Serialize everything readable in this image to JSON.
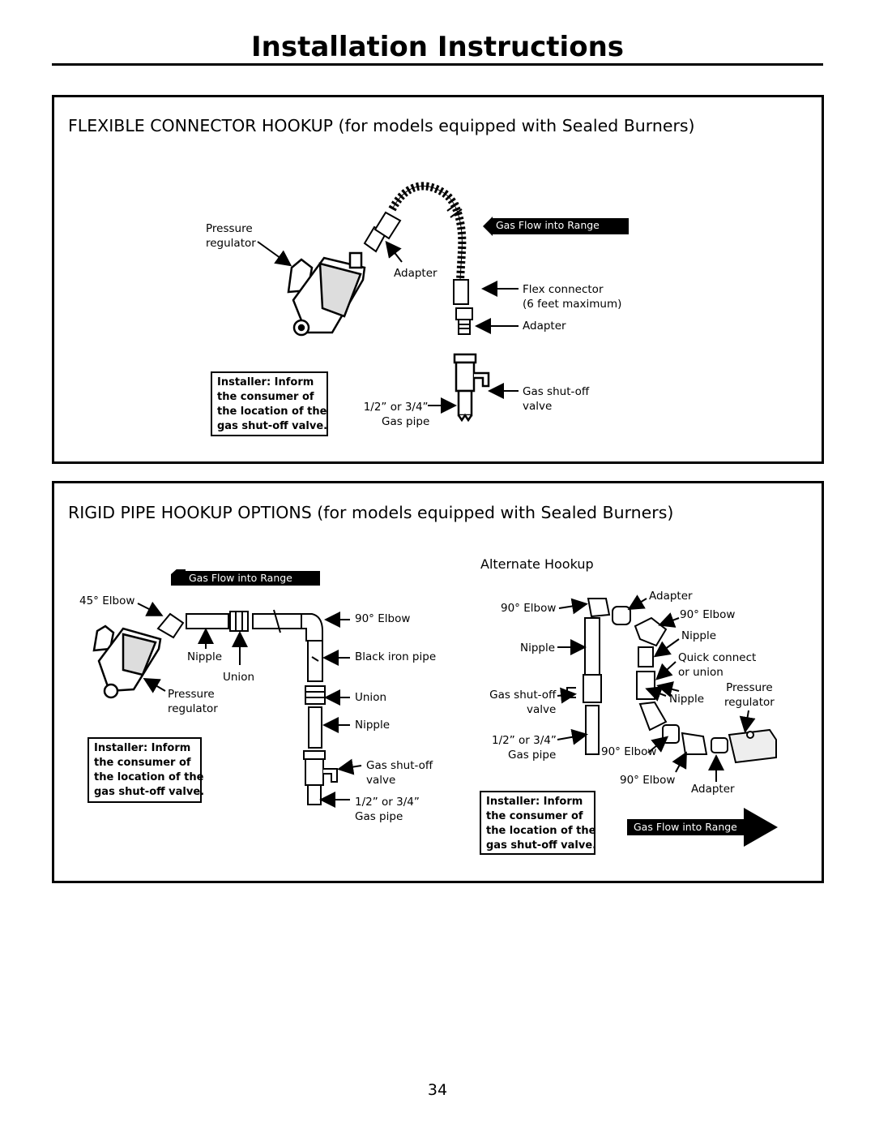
{
  "page": {
    "title": "Installation Instructions",
    "page_number": "34"
  },
  "flex_section": {
    "title": "FLEXIBLE CONNECTOR HOOKUP (for models equipped with Sealed Burners)",
    "flow_label": "Gas Flow into Range",
    "labels": {
      "pressure_regulator": [
        "Pressure",
        "regulator"
      ],
      "adapter_top": "Adapter",
      "flex_connector": [
        "Flex connector",
        "(6 feet maximum)"
      ],
      "adapter_bottom": "Adapter",
      "gas_shutoff": [
        "Gas shut-off",
        "valve"
      ],
      "gas_pipe": [
        "1/2” or 3/4”",
        "Gas pipe"
      ]
    },
    "installer_note": [
      "Installer: Inform",
      "the consumer of",
      "the location of the",
      "gas shut-off valve."
    ]
  },
  "rigid_section": {
    "title": "RIGID PIPE HOOKUP OPTIONS (for models equipped with Sealed Burners)",
    "flow_label": "Gas Flow into Range",
    "labels": {
      "elbow45": "45° Elbow",
      "nipple": "Nipple",
      "union": "Union",
      "pressure_regulator": [
        "Pressure",
        "regulator"
      ],
      "elbow90": "90° Elbow",
      "black_iron": "Black iron pipe",
      "union_right": "Union",
      "nipple_right": "Nipple",
      "gas_shutoff": [
        "Gas shut-off",
        "valve"
      ],
      "gas_pipe": [
        "1/2” or 3/4”",
        "Gas pipe"
      ]
    },
    "installer_note": [
      "Installer: Inform",
      "the consumer of",
      "the location of the",
      "gas shut-off valve."
    ]
  },
  "alternate": {
    "title": "Alternate Hookup",
    "flow_label": "Gas Flow into Range",
    "labels": {
      "elbow90_left": "90° Elbow",
      "nipple_left": "Nipple",
      "gas_shutoff": [
        "Gas shut-off",
        "valve"
      ],
      "gas_pipe": [
        "1/2” or 3/4”",
        "Gas pipe"
      ],
      "adapter_top": "Adapter",
      "elbow90_top": "90° Elbow",
      "nipple_top": "Nipple",
      "quick_connect": [
        "Quick connect",
        "or union"
      ],
      "nipple_mid": "Nipple",
      "pressure_regulator": [
        "Pressure",
        "regulator"
      ],
      "elbow90_bottom1": "90° Elbow",
      "elbow90_bottom2": "90° Elbow",
      "adapter_bottom": "Adapter"
    },
    "installer_note": [
      "Installer: Inform",
      "the consumer of",
      "the location of the",
      "gas shut-off valve."
    ]
  }
}
